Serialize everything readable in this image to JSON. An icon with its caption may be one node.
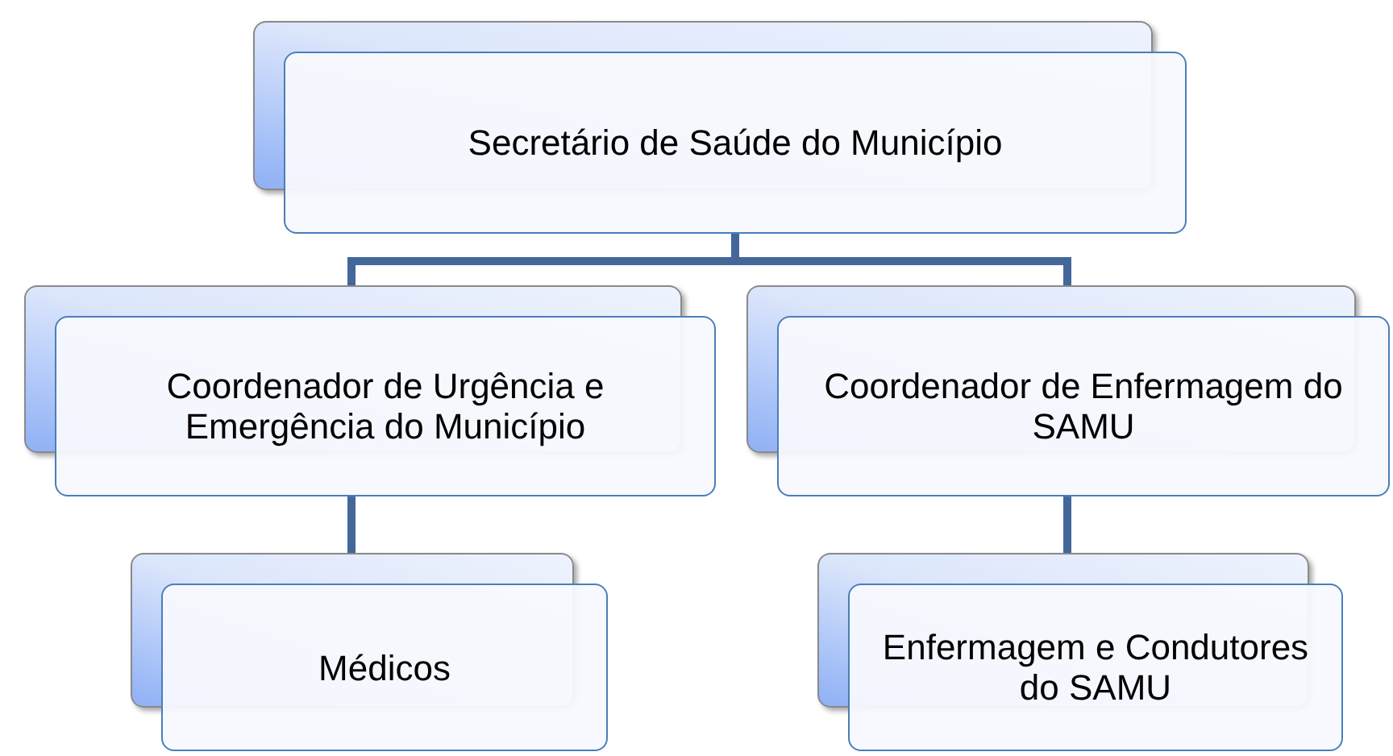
{
  "diagram": {
    "nodes": [
      {
        "text": [
          "Secretário de Saúde do Município"
        ]
      },
      {
        "text": [
          "Coordenador de Urgência e Emergência do Município"
        ]
      },
      {
        "text": [
          "Coordenador de Enfermagem do SAMU"
        ]
      },
      {
        "text": [
          "Médicos"
        ]
      },
      {
        "text": [
          "Enfermagem e Condutores do SAMU"
        ]
      }
    ],
    "edges": [
      {
        "from": 0,
        "to": 1,
        "arrow": "none"
      },
      {
        "from": 0,
        "to": 2,
        "arrow": "none"
      },
      {
        "from": 1,
        "to": 3,
        "arrow": "none"
      },
      {
        "from": 2,
        "to": 4,
        "arrow": "none"
      }
    ]
  }
}
